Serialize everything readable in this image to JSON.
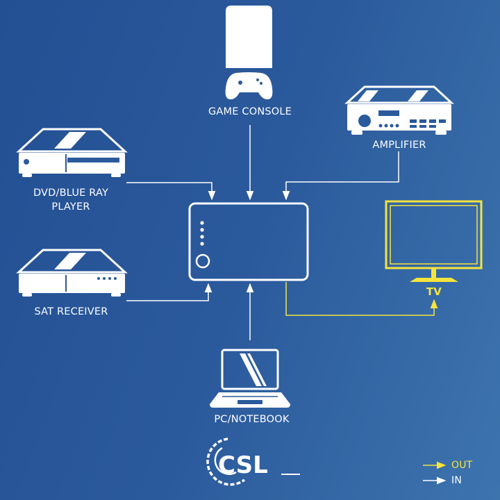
{
  "colors": {
    "background_start": "#234f93",
    "background_end": "#3d74ae",
    "line_in": "#ffffff",
    "line_out": "#f5e43c"
  },
  "devices": {
    "game_console": {
      "label": "GAME CONSOLE",
      "icon": "game-console-icon"
    },
    "amplifier": {
      "label": "AMPLIFIER",
      "icon": "amplifier-icon"
    },
    "dvd_player": {
      "label_line1": "DVD/BLUE RAY",
      "label_line2": "PLAYER",
      "icon": "dvd-player-icon"
    },
    "sat_receiver": {
      "label": "SAT RECEIVER",
      "icon": "sat-receiver-icon"
    },
    "pc_notebook": {
      "label": "PC/NOTEBOOK",
      "icon": "laptop-icon"
    },
    "tv": {
      "label": "TV",
      "icon": "tv-icon"
    },
    "switch": {
      "icon": "hdmi-switch-icon"
    }
  },
  "logo": {
    "text": "CSL"
  },
  "legend": {
    "out": "OUT",
    "in": "IN"
  }
}
